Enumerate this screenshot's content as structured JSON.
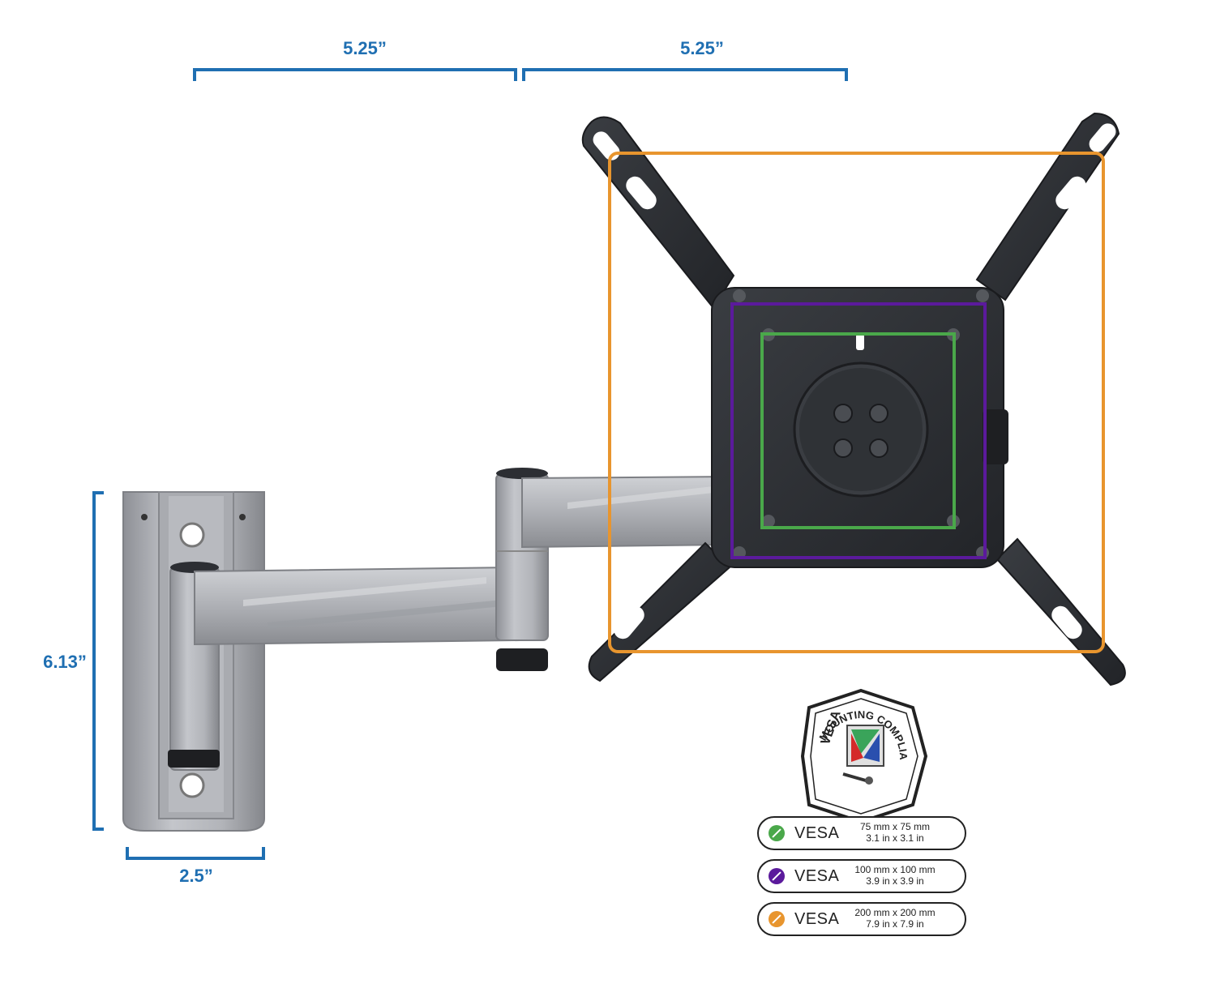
{
  "dimensions": {
    "arm_segment_1": "5.25”",
    "arm_segment_2": "5.25”",
    "plate_height": "6.13”",
    "plate_width": "2.5”"
  },
  "badge": {
    "text_vesa": "VESA",
    "text_arc": "MOUNTING COMPLIANT"
  },
  "vesa_options": [
    {
      "label": "VESA",
      "mm": "75 mm x 75 mm",
      "inches": "3.1 in x 3.1 in",
      "color": "#4aa84a"
    },
    {
      "label": "VESA",
      "mm": "100 mm x 100 mm",
      "inches": "3.9 in x 3.9 in",
      "color": "#5b1a9c"
    },
    {
      "label": "VESA",
      "mm": "200 mm x 200 mm",
      "inches": "7.9 in x 7.9 in",
      "color": "#e8952e"
    }
  ],
  "colors": {
    "dimension_blue": "#1f6fb2",
    "vesa_75": "#4aa84a",
    "vesa_100": "#5b1a9c",
    "vesa_200": "#e8952e"
  }
}
